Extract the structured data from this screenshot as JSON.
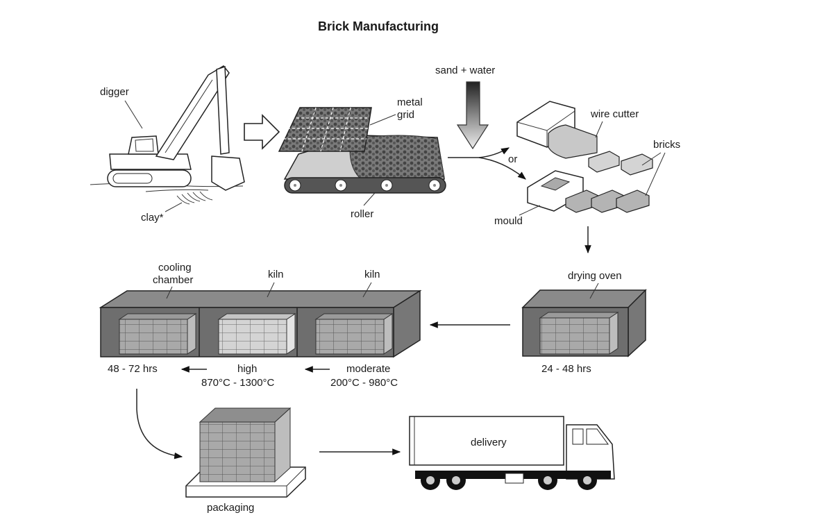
{
  "title": "Brick Manufacturing",
  "stages": {
    "digger": "digger",
    "clay": "clay*",
    "metal_grid_line1": "metal",
    "metal_grid_line2": "grid",
    "roller": "roller",
    "sand_water": "sand + water",
    "or": "or",
    "wire_cutter": "wire cutter",
    "bricks": "bricks",
    "mould": "mould",
    "drying_oven": "drying oven",
    "drying_time": "24 - 48 hrs",
    "cooling_line1": "cooling",
    "cooling_line2": "chamber",
    "kiln_high": "kiln",
    "kiln_moderate": "kiln",
    "cooling_time": "48 - 72 hrs",
    "high_label": "high",
    "high_temp": "870°C - 1300°C",
    "moderate_label": "moderate",
    "moderate_temp": "200°C - 980°C",
    "packaging": "packaging",
    "delivery": "delivery"
  },
  "colors": {
    "chamber_dark": "#6e6e6e",
    "chamber_top": "#8a8a8a",
    "brick_mid": "#a9a9a9",
    "brick_light": "#d2d2d2",
    "clay": "#555555"
  }
}
